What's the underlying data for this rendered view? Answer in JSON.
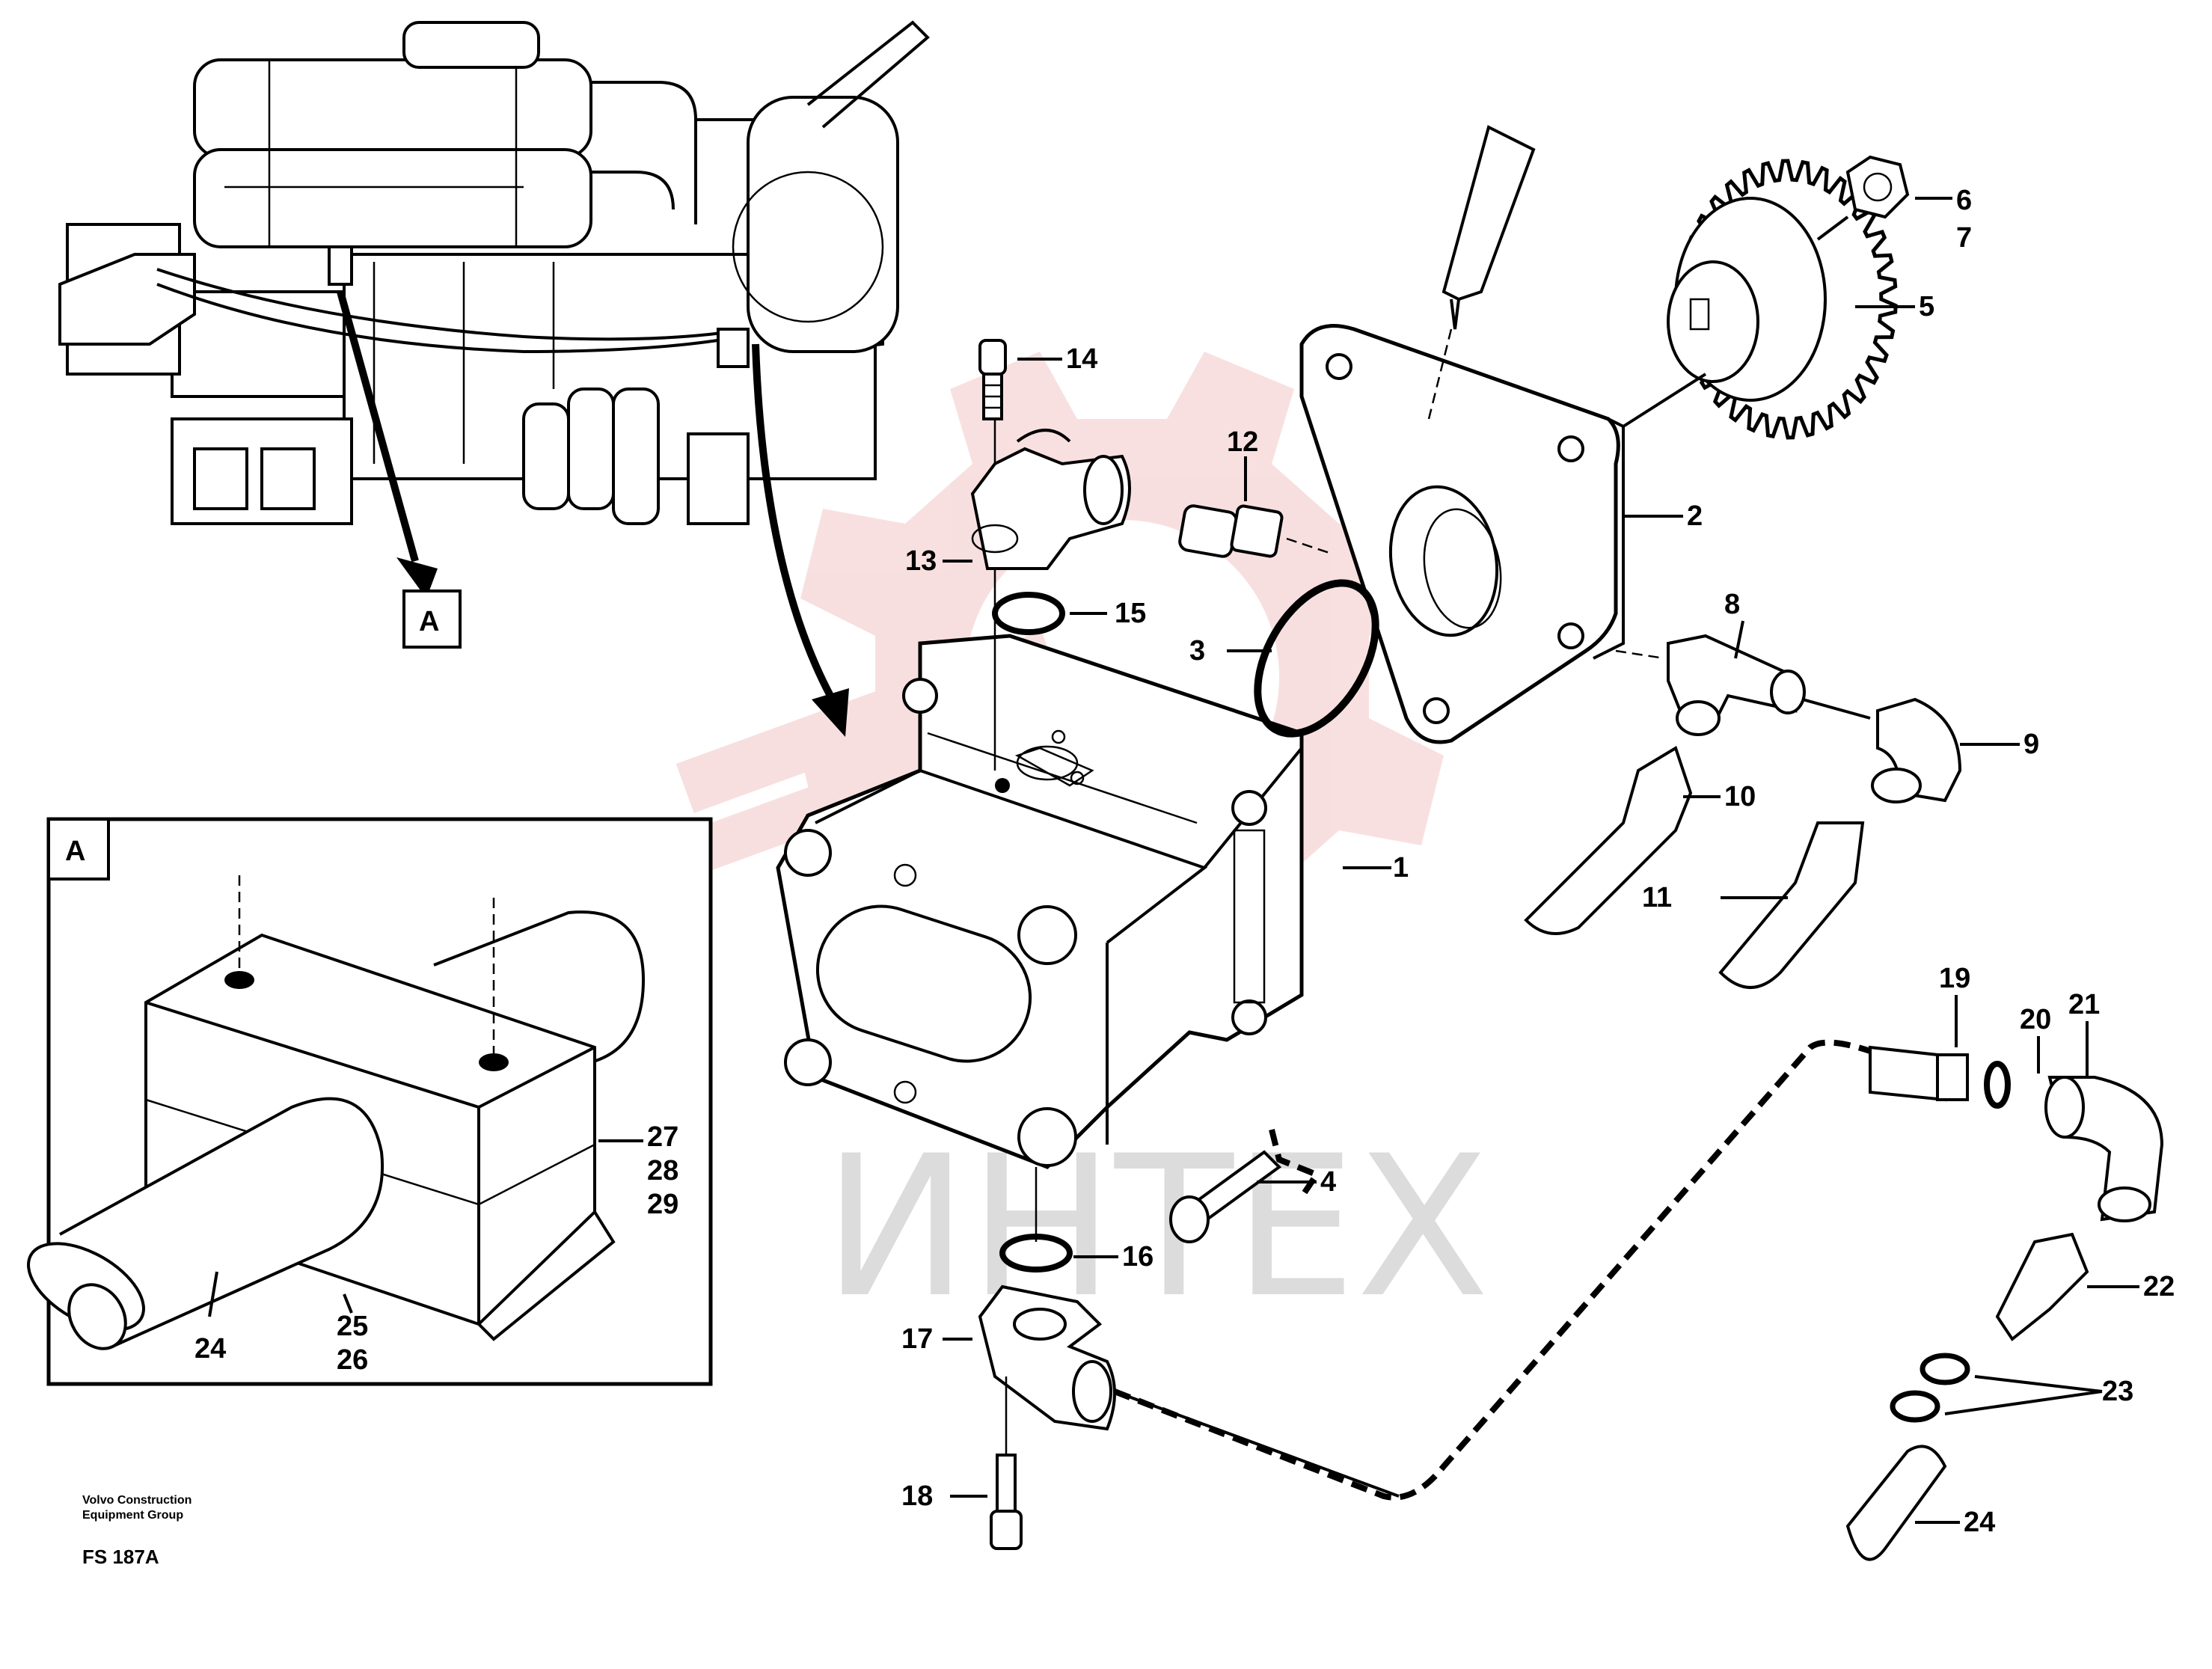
{
  "watermark": {
    "text": "ИНТЕХ",
    "logo_color": "#f0b4b4"
  },
  "detail_marker": {
    "callout_label": "A",
    "inset_label": "A"
  },
  "callouts": [
    {
      "id": "c1",
      "text": "1"
    },
    {
      "id": "c2",
      "text": "2"
    },
    {
      "id": "c3",
      "text": "3"
    },
    {
      "id": "c4",
      "text": "4"
    },
    {
      "id": "c5",
      "text": "5"
    },
    {
      "id": "c6",
      "text": "6"
    },
    {
      "id": "c7",
      "text": "7"
    },
    {
      "id": "c8",
      "text": "8"
    },
    {
      "id": "c9",
      "text": "9"
    },
    {
      "id": "c10",
      "text": "10"
    },
    {
      "id": "c11",
      "text": "11"
    },
    {
      "id": "c12",
      "text": "12"
    },
    {
      "id": "c13",
      "text": "13"
    },
    {
      "id": "c14",
      "text": "14"
    },
    {
      "id": "c15",
      "text": "15"
    },
    {
      "id": "c16",
      "text": "16"
    },
    {
      "id": "c17",
      "text": "17"
    },
    {
      "id": "c18",
      "text": "18"
    },
    {
      "id": "c19",
      "text": "19"
    },
    {
      "id": "c20",
      "text": "20"
    },
    {
      "id": "c21",
      "text": "21"
    },
    {
      "id": "c22",
      "text": "22"
    },
    {
      "id": "c23",
      "text": "23"
    },
    {
      "id": "c24",
      "text": "24"
    }
  ],
  "inset_callouts": [
    {
      "id": "i24",
      "text": "24"
    },
    {
      "id": "i25",
      "text": "25"
    },
    {
      "id": "i26",
      "text": "26"
    },
    {
      "id": "i27",
      "text": "27"
    },
    {
      "id": "i28",
      "text": "28"
    },
    {
      "id": "i29",
      "text": "29"
    }
  ],
  "footer": {
    "company_line1": "Volvo Construction",
    "company_line2": "Equipment Group",
    "figure_code": "FS 187A"
  }
}
